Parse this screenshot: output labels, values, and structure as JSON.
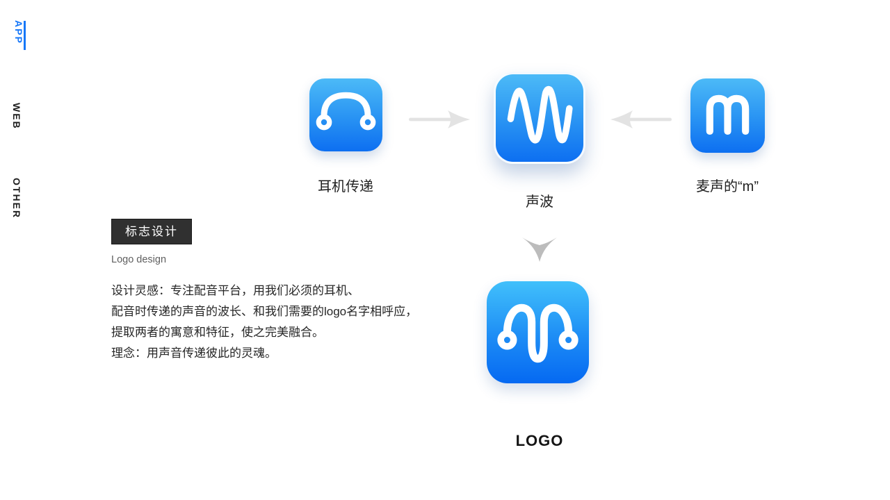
{
  "sidebar": {
    "items": [
      {
        "label": "APP",
        "active": true
      },
      {
        "label": "WEB",
        "active": false
      },
      {
        "label": "OTHER",
        "active": false
      }
    ]
  },
  "diagram": {
    "left_source": {
      "icon": "headphone-icon",
      "label": "耳机传递"
    },
    "center": {
      "icon": "soundwave-icon",
      "label": "声波"
    },
    "right_source": {
      "icon": "letter-m-icon",
      "label": "麦声的“m”"
    },
    "result": {
      "icon": "logo-icon",
      "label": "LOGO"
    },
    "arrows": [
      "arrow-right-icon",
      "arrow-left-icon",
      "arrow-down-icon"
    ]
  },
  "section": {
    "badge": "标志设计",
    "subtitle": "Logo design",
    "description_lines": [
      "设计灵感：专注配音平台，用我们必须的耳机、",
      "配音时传递的声音的波长、和我们需要的logo名字相呼应，",
      "提取两者的寓意和特征，使之完美融合。",
      "理念：用声音传递彼此的灵魂。"
    ]
  },
  "colors": {
    "accent_blue": "#1677f8",
    "icon_gradient_top": "#4cbaf7",
    "icon_gradient_bottom": "#0d6ff1",
    "logo_gradient_top": "#41c0fb",
    "logo_gradient_bottom": "#0569f2",
    "arrow_gray": "#e3e3e3",
    "chevron_gray": "#bcbcbc",
    "badge_background": "#303030"
  }
}
